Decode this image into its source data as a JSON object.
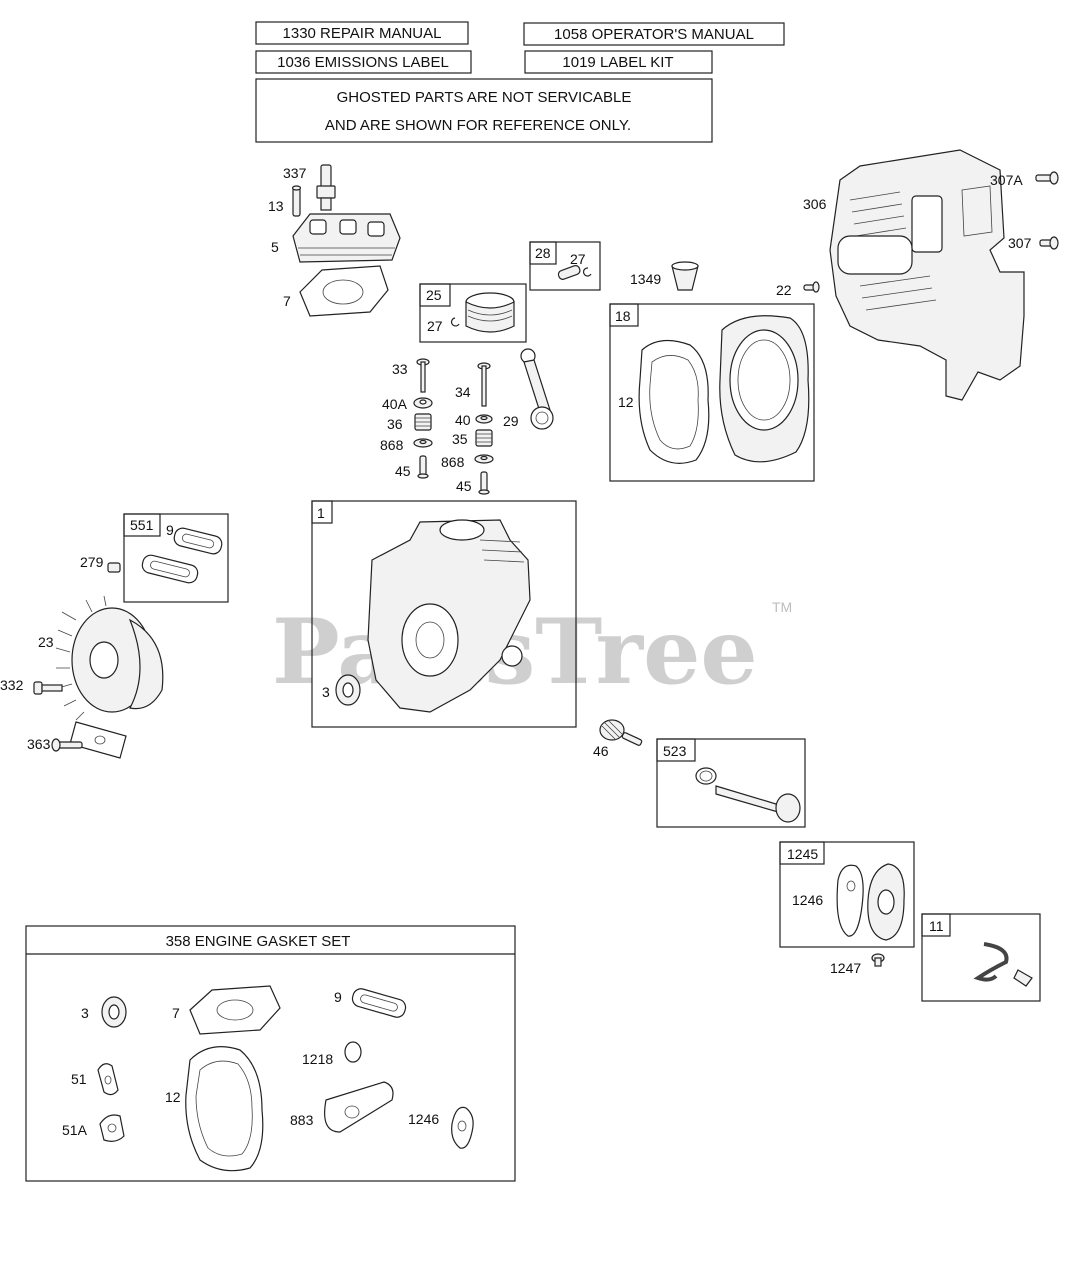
{
  "header": {
    "repair_manual": "1330 REPAIR MANUAL",
    "operators_manual": "1058 OPERATOR'S MANUAL",
    "emissions_label": "1036 EMISSIONS LABEL",
    "label_kit": "1019 LABEL KIT",
    "notice_line1": "GHOSTED PARTS ARE NOT SERVICABLE",
    "notice_line2": "AND ARE SHOWN FOR REFERENCE ONLY."
  },
  "watermark": {
    "text": "PartsTree",
    "tm": "TM"
  },
  "callouts": {
    "c337": "337",
    "c13": "13",
    "c5": "5",
    "c7": "7",
    "c28": "28",
    "c27a": "27",
    "c25": "25",
    "c27b": "27",
    "c1349": "1349",
    "c18": "18",
    "c12": "12",
    "c306": "306",
    "c307a": "307A",
    "c307": "307",
    "c22": "22",
    "c33": "33",
    "c40a": "40A",
    "c36": "36",
    "c868a": "868",
    "c45a": "45",
    "c34": "34",
    "c40": "40",
    "c35": "35",
    "c868b": "868",
    "c45b": "45",
    "c29": "29",
    "c551": "551",
    "c9": "9",
    "c279": "279",
    "c23": "23",
    "c332": "332",
    "c363": "363",
    "c1": "1",
    "c3": "3",
    "c46": "46",
    "c523": "523",
    "c1245": "1245",
    "c1246": "1246",
    "c1247": "1247",
    "c11": "11"
  },
  "gasket_set": {
    "title": "358   ENGINE GASKET SET",
    "items": {
      "g3": "3",
      "g7": "7",
      "g9": "9",
      "g1218": "1218",
      "g51": "51",
      "g12": "12",
      "g883": "883",
      "g1246": "1246",
      "g51a": "51A"
    }
  }
}
